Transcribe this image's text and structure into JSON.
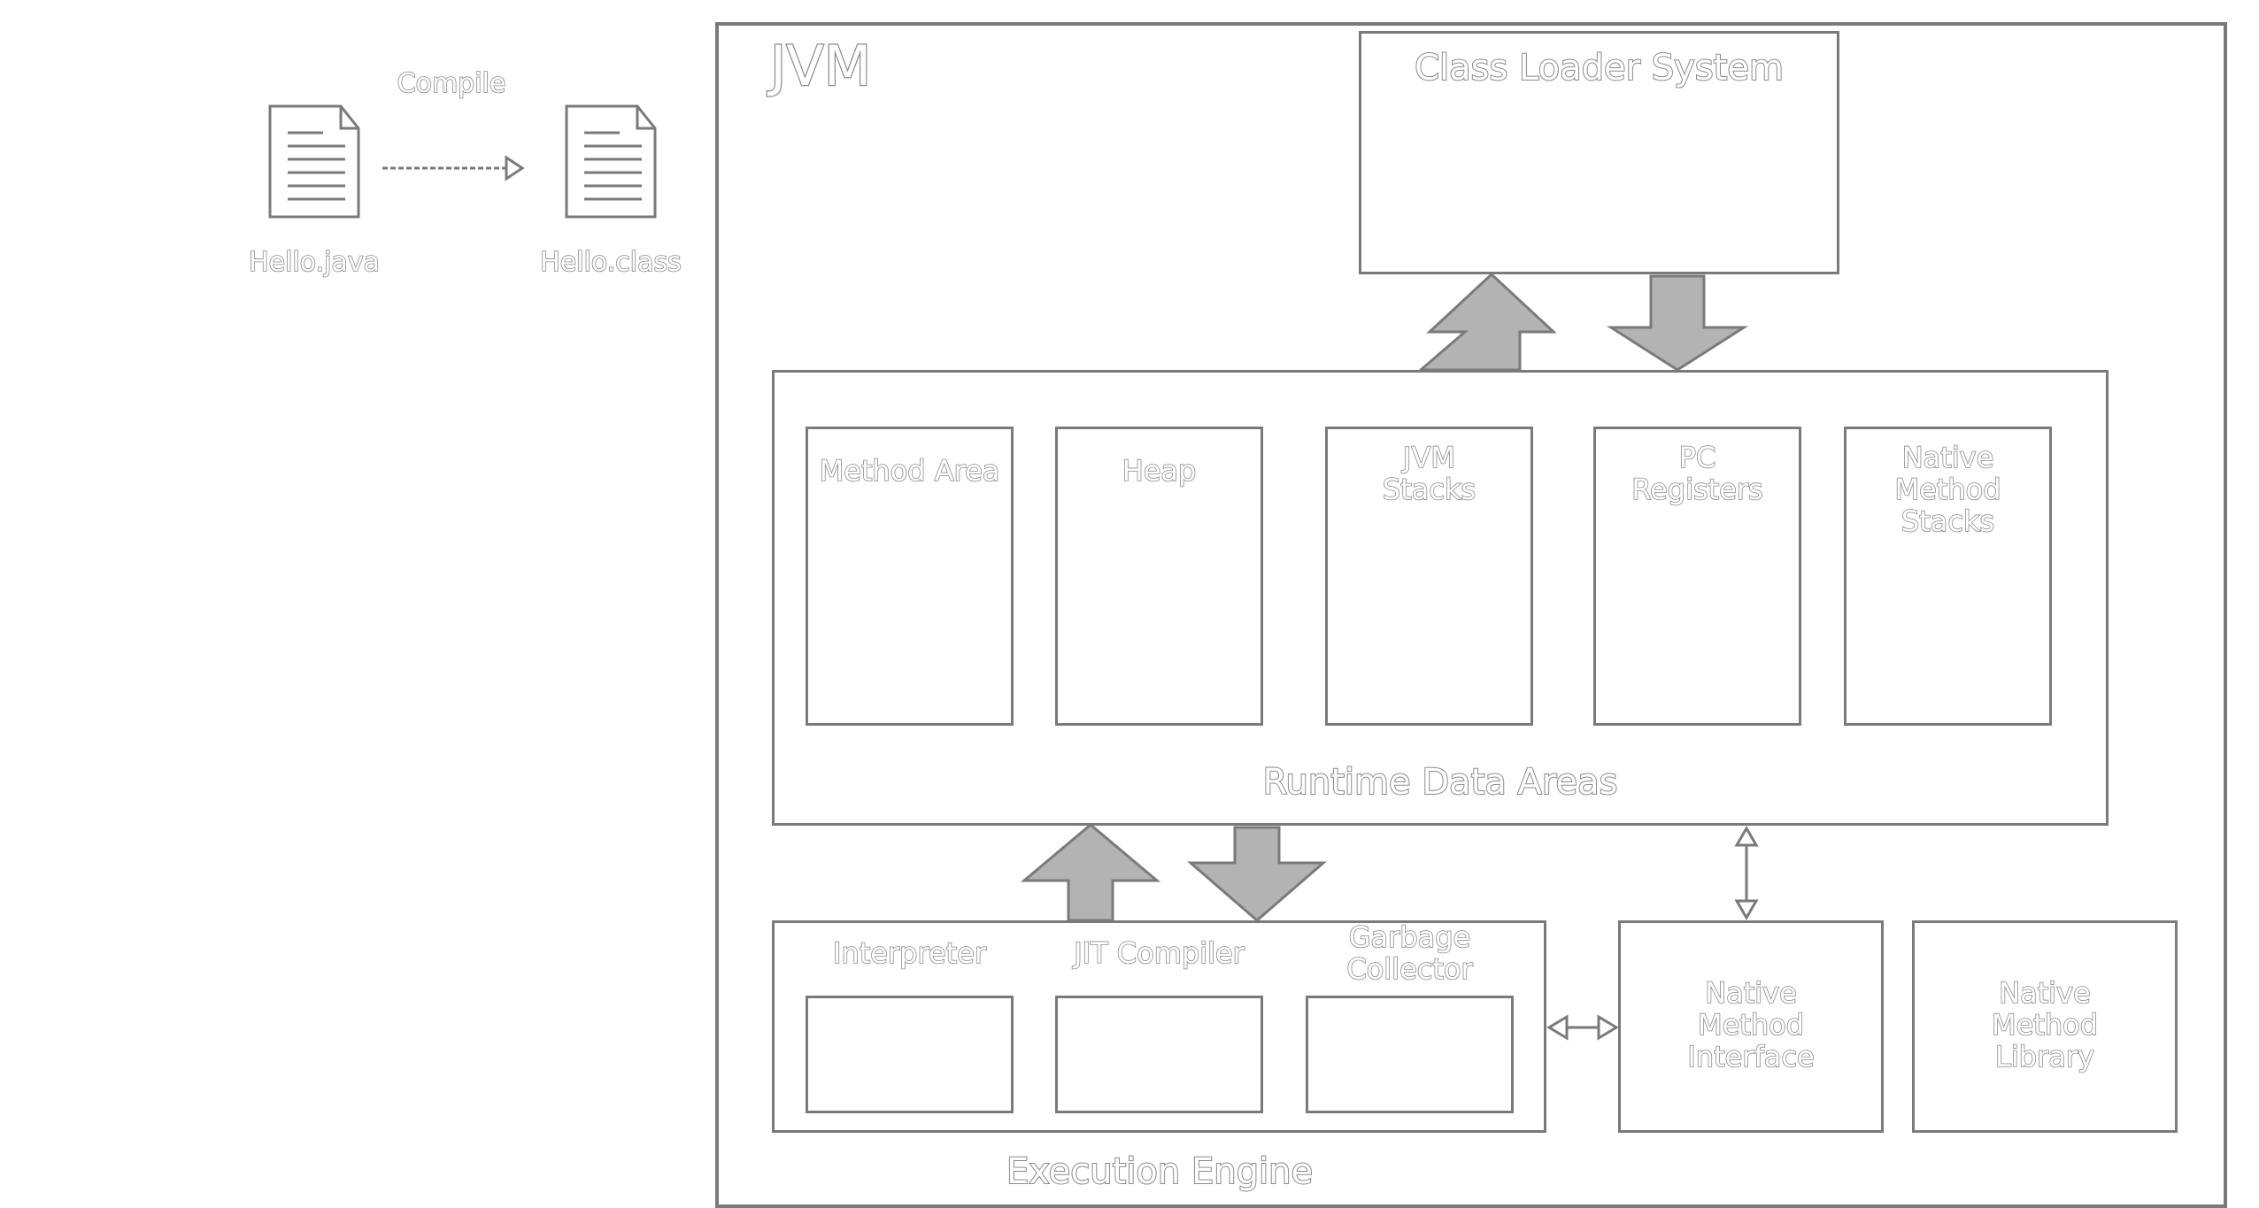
{
  "diagram": {
    "compile": {
      "arrow_label": "Compile",
      "source_file": "Hello.java",
      "class_file": "Hello.class"
    },
    "jvm": {
      "title": "JVM",
      "class_loader": "Class Loader System",
      "runtime_data_areas": {
        "title": "Runtime Data Areas",
        "areas": [
          {
            "label": "Method Area"
          },
          {
            "label": "Heap"
          },
          {
            "label": "JVM\nStacks"
          },
          {
            "label": "PC\nRegisters"
          },
          {
            "label": "Native\nMethod\nStacks"
          }
        ]
      },
      "execution_engine": {
        "title": "Execution Engine",
        "components": [
          {
            "label": "Interpreter"
          },
          {
            "label": "JIT Compiler"
          },
          {
            "label": "Garbage\nCollector"
          }
        ]
      },
      "native_method_interface": "Native\nMethod\nInterface",
      "native_method_library": "Native\nMethod\nLibrary"
    },
    "colors": {
      "stroke": "#7a7a7a",
      "block_arrow_fill": "#b3b3b3",
      "label_fill": "#ffffff"
    }
  }
}
